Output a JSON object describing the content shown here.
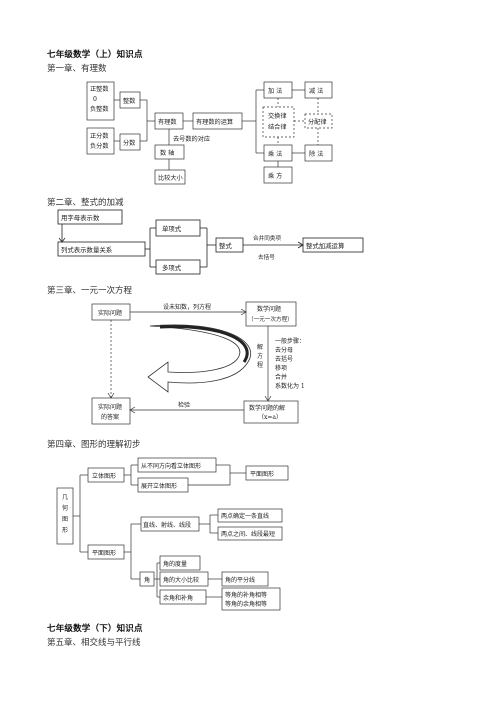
{
  "titles": {
    "grade7_upper": "七年级数学（上）知识点",
    "grade7_lower": "七年级数学（下）知识点"
  },
  "chapters": {
    "ch1": "第一章、有理数",
    "ch2": "第二章、整式的加减",
    "ch3": "第三章、一元一次方程",
    "ch4": "第四章、图形的理解初步",
    "ch5": "第五章、相交线与平行线"
  },
  "diagram1": {
    "positive_box": [
      "正整数",
      "0",
      "负整数"
    ],
    "integer": "整数",
    "fraction_box": [
      "正分数",
      "负分数"
    ],
    "fraction": "分数",
    "rational": "有理数",
    "operations": "有理数的运算",
    "opposite_abs": "去号数的对应",
    "number_line": "数 轴",
    "compare": "比较大小",
    "add": "加 法",
    "subtract": "减 法",
    "commutative": [
      "交换律",
      "结合律"
    ],
    "distributive": "分配律",
    "multiply": "乘 法",
    "divide": "除 法",
    "power": "乘 方"
  },
  "diagram2": {
    "letters": "用字母表示数",
    "relation": "列式表示数量关系",
    "monomial": "单项式",
    "polynomial": "多项式",
    "integral": "整式",
    "combine": "合并同类项",
    "brackets": "去括号",
    "add_sub": "整式加减运算"
  },
  "diagram3": {
    "real_problem": "实际问题",
    "setup": "设未知数，列方程",
    "math_problem": [
      "数学问题",
      "（一元一次方程）"
    ],
    "solve": [
      "解",
      "方",
      "程"
    ],
    "steps": [
      "一般步骤：",
      "去分母",
      "去括号",
      "移项",
      "合并",
      "系数化为 1"
    ],
    "real_answer": [
      "实际问题",
      "的答案"
    ],
    "check": "检验",
    "math_solution": [
      "数学问题的解",
      "（x=a）"
    ]
  },
  "diagram4": {
    "geometry": [
      "几",
      "何",
      "图",
      "形"
    ],
    "solid": "立体图形",
    "views": "从不同方向看立体图形",
    "unfold": "展开立体图形",
    "plane_fig": "平面图形",
    "lines": "直线、射线、线段",
    "two_points": "两点确定一条直线",
    "shortest": "两点之间、线段最短",
    "plane": "平面图形",
    "angle": "角",
    "measure": "角的度量",
    "compare": "角的大小比较",
    "bisector": "角的平分线",
    "complement": "余角和补角",
    "equal_sup": "等角的补角相等",
    "equal_comp": "等角的余角相等"
  }
}
